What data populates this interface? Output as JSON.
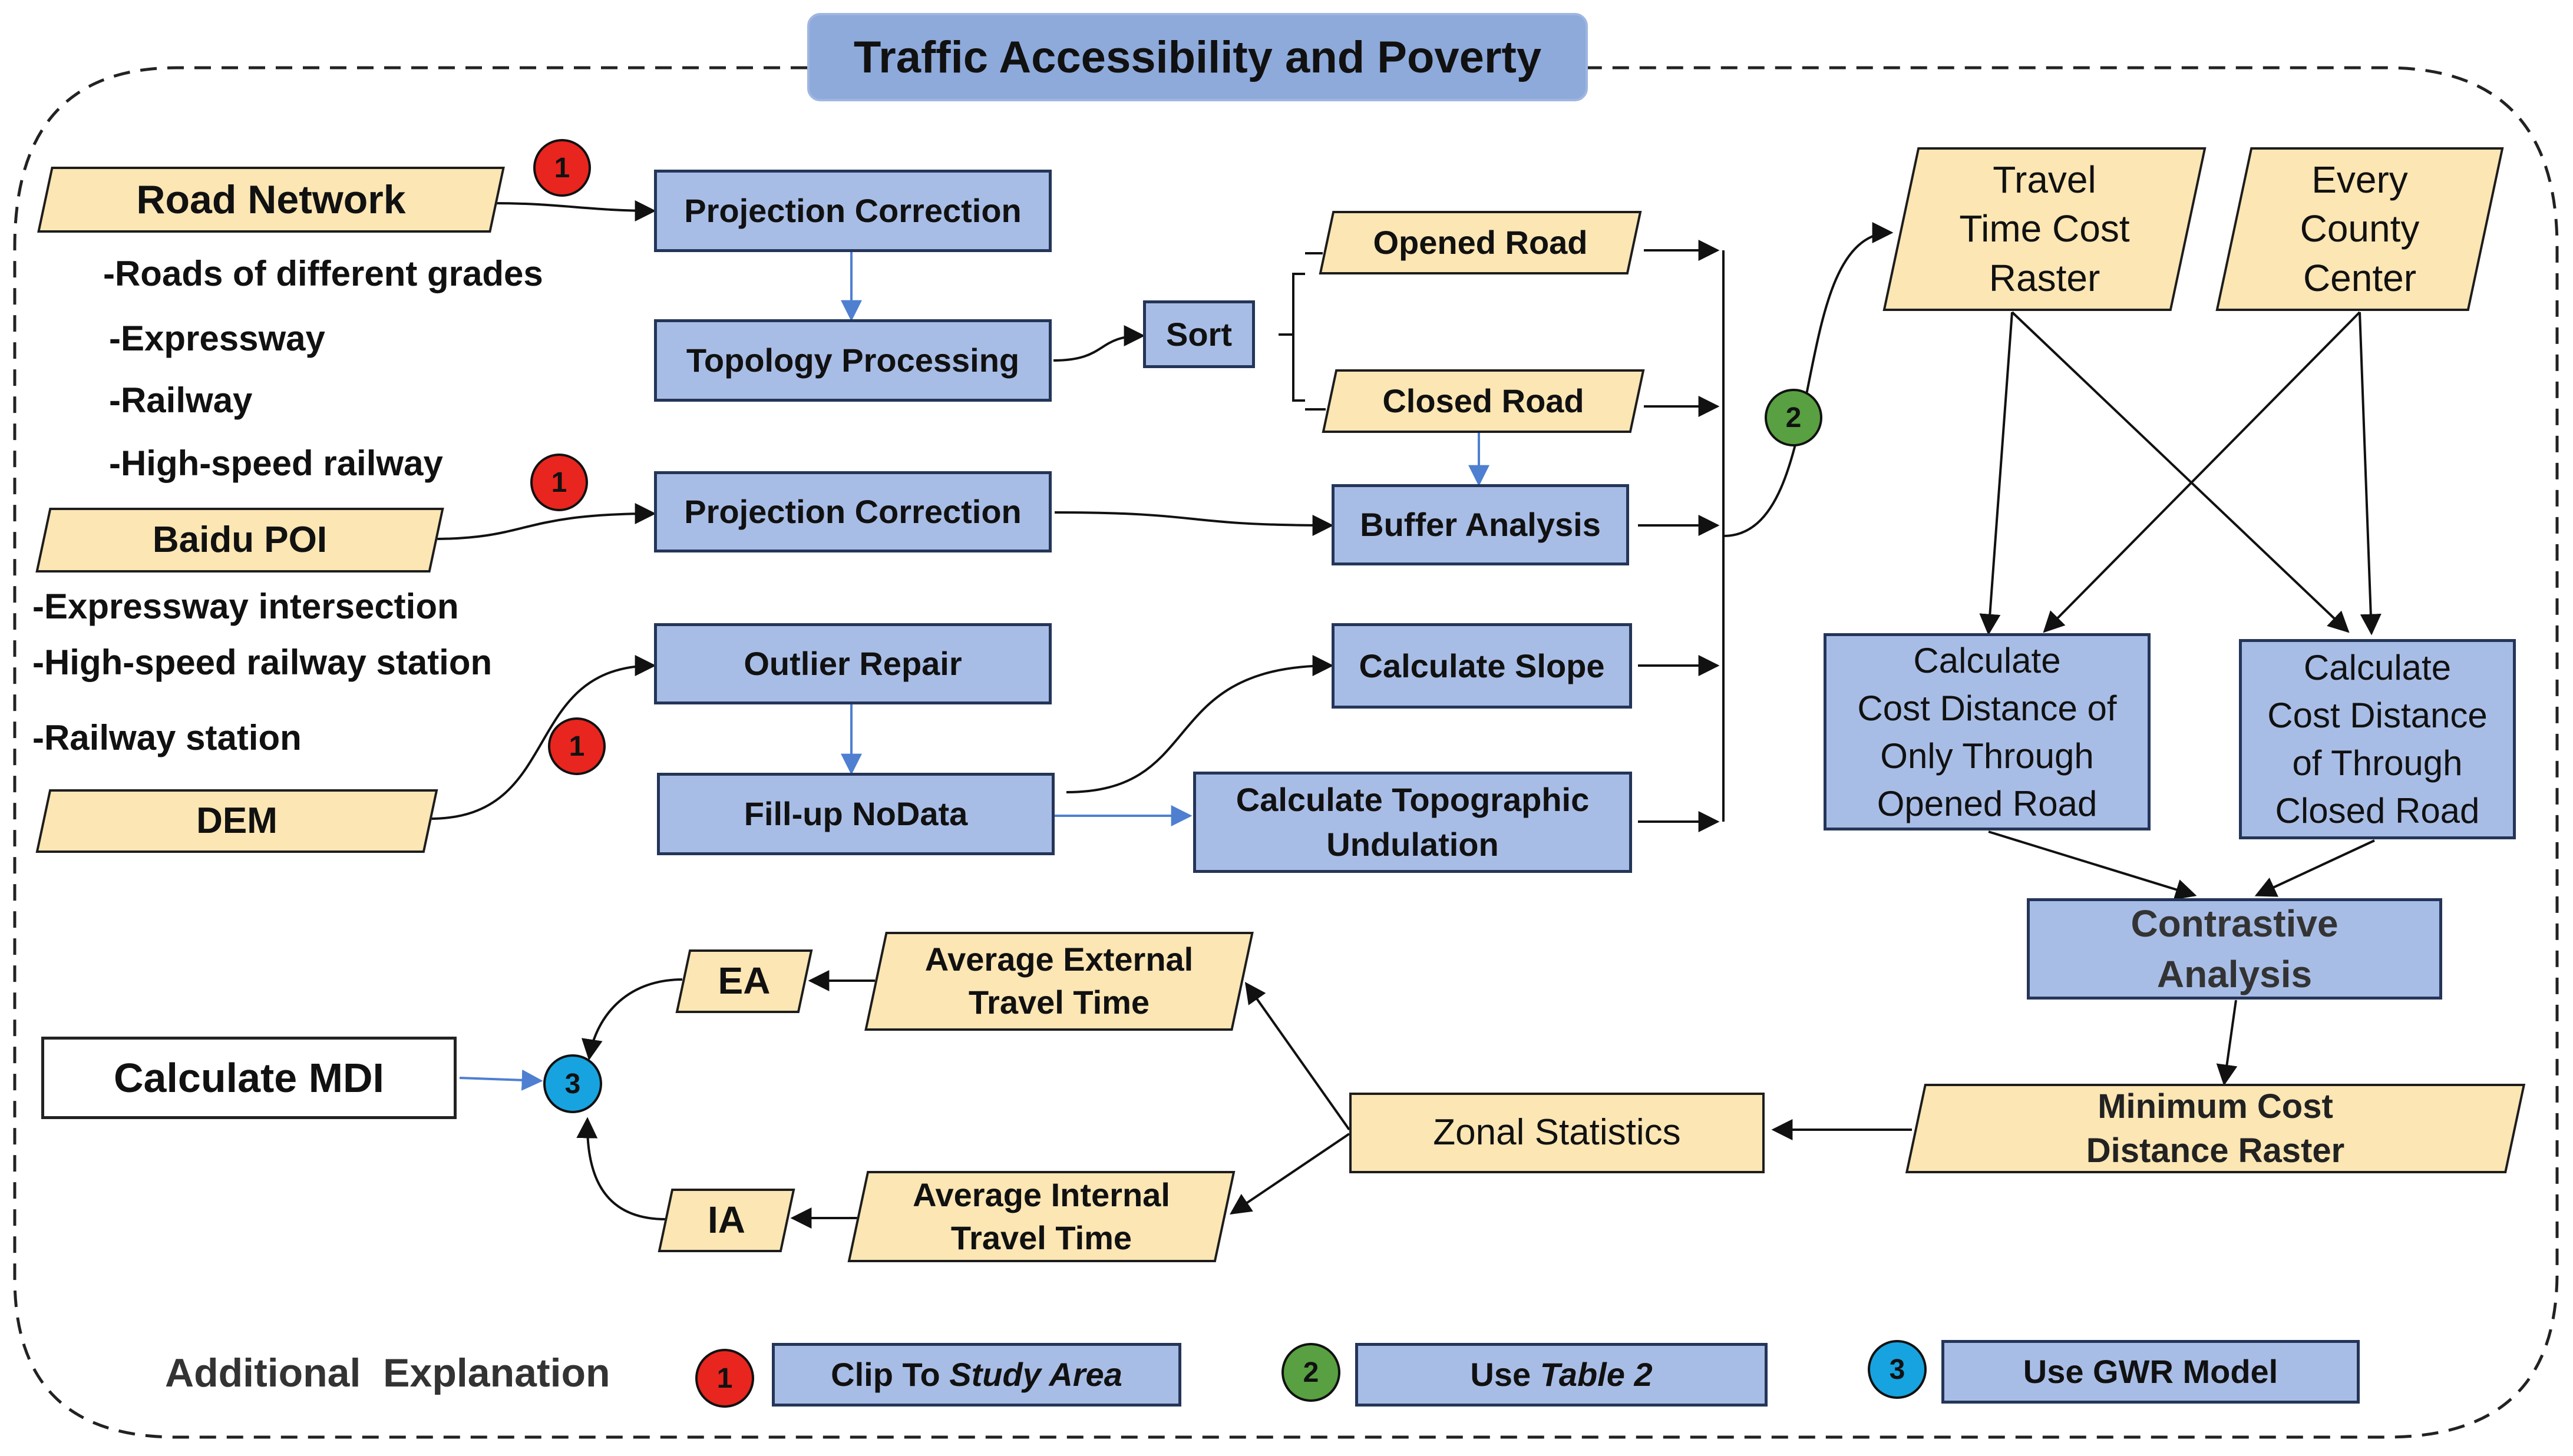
{
  "title": "Traffic Accessibility and Poverty",
  "inputs": {
    "road_network": "Road Network",
    "road_items": [
      "-Roads of different grades",
      "-Expressway",
      "-Railway",
      "-High-speed railway"
    ],
    "baidu_poi": "Baidu POI",
    "poi_items": [
      "-Expressway intersection",
      "-High-speed railway station",
      "-Railway station"
    ],
    "dem": "DEM"
  },
  "processes": {
    "projection_correction_1": "Projection Correction",
    "topology_processing": "Topology Processing",
    "sort": "Sort",
    "projection_correction_2": "Projection Correction",
    "buffer_analysis": "Buffer Analysis",
    "outlier_repair": "Outlier Repair",
    "fillup_nodata": "Fill-up NoData",
    "calculate_slope": "Calculate Slope",
    "calculate_topographic_undulation": "Calculate Topographic\nUndulation",
    "calc_cost_opened": "Calculate\nCost Distance of\nOnly Through\nOpened Road",
    "calc_cost_closed": "Calculate\nCost Distance\nof Through\nClosed Road",
    "contrastive_analysis": "Contrastive\nAnalysis"
  },
  "data_items": {
    "opened_road": "Opened Road",
    "closed_road": "Closed Road",
    "travel_time_cost_raster": "Travel\nTime Cost\nRaster",
    "every_county_center": "Every\nCounty\nCenter",
    "minimum_cost_distance_raster": "Minimum Cost\nDistance Raster",
    "zonal_statistics": "Zonal Statistics",
    "average_external_travel_time": "Average External\nTravel Time",
    "average_internal_travel_time": "Average Internal\nTravel Time",
    "ea": "EA",
    "ia": "IA"
  },
  "calculate_mdi": "Calculate MDI",
  "badges": {
    "one": "1",
    "two": "2",
    "three": "3"
  },
  "legend": {
    "heading": "Additional  Explanation",
    "clip_prefix": "Clip To ",
    "clip_em": "Study Area",
    "use_prefix": "Use ",
    "use_em": "Table 2",
    "gwr": "Use GWR Model"
  },
  "colors": {
    "process_fill": "#a8bde6",
    "data_fill": "#fbe6b4",
    "title_fill": "#8eaadb",
    "badge_red": "#e8251e",
    "badge_green": "#58a041",
    "badge_blue": "#17a3e0",
    "flow_blue": "#4f7fd0"
  }
}
